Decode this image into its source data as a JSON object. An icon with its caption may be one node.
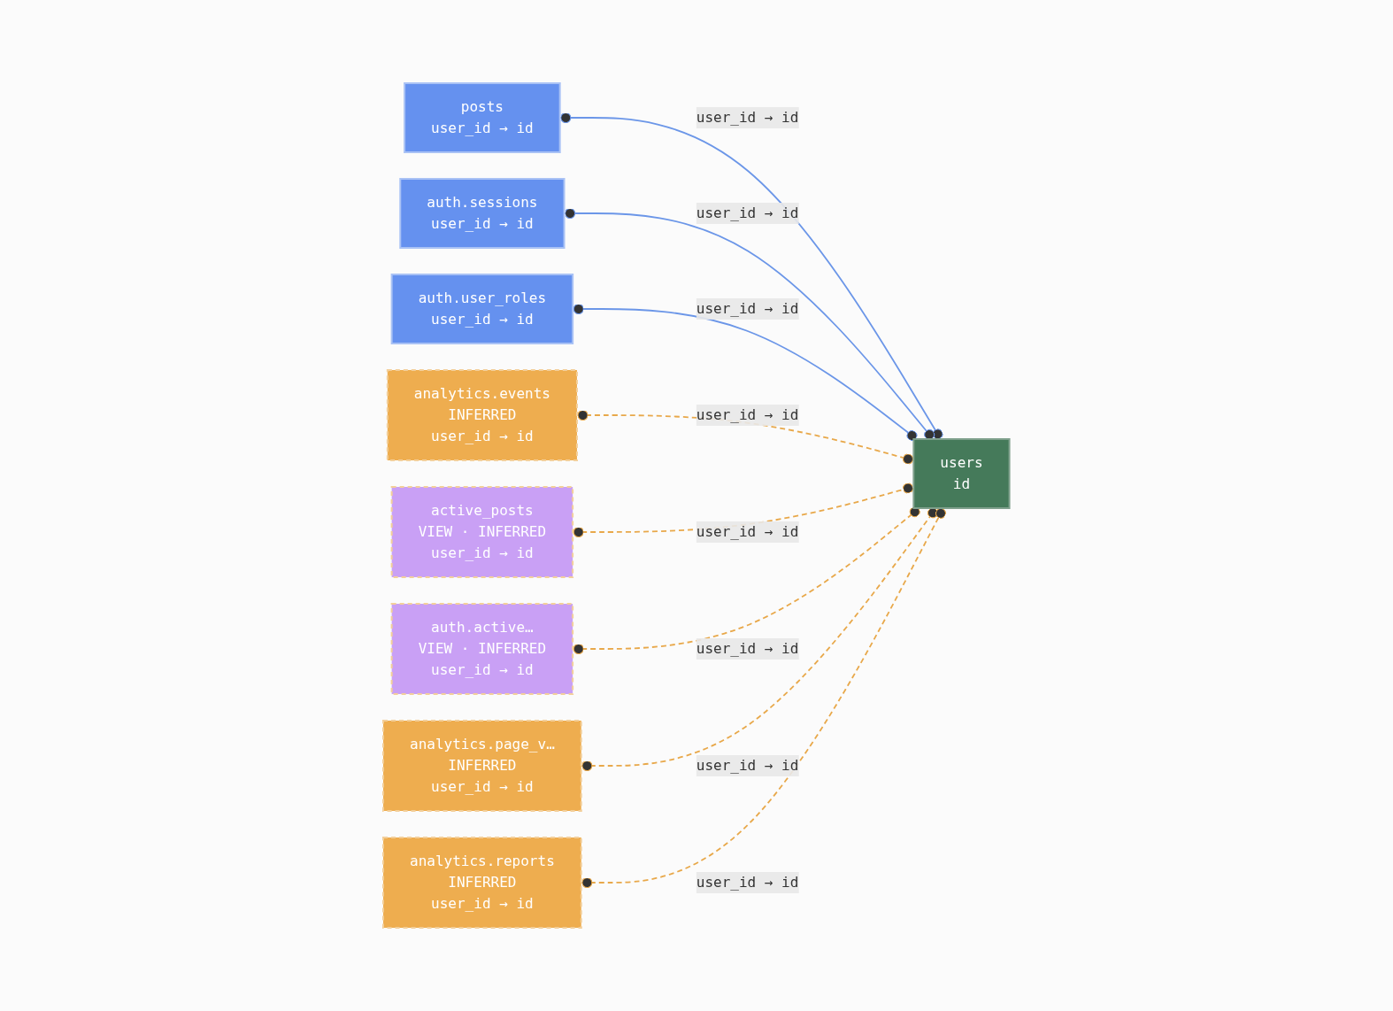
{
  "diagram": {
    "nodes": [
      {
        "text": [
          "posts",
          "user_id → id"
        ]
      },
      {
        "text": [
          "auth.sessions",
          "user_id → id"
        ]
      },
      {
        "text": [
          "auth.user_roles",
          "user_id → id"
        ]
      },
      {
        "text": [
          "analytics.events",
          "INFERRED",
          "user_id → id"
        ]
      },
      {
        "text": [
          "active_posts",
          "VIEW · INFERRED",
          "user_id → id"
        ]
      },
      {
        "text": [
          "auth.active…",
          "VIEW · INFERRED",
          "user_id → id"
        ]
      },
      {
        "text": [
          "analytics.page_v…",
          "INFERRED",
          "user_id → id"
        ]
      },
      {
        "text": [
          "analytics.reports",
          "INFERRED",
          "user_id → id"
        ]
      },
      {
        "text": [
          "users",
          "id"
        ]
      }
    ],
    "edges": [
      {
        "from": 0,
        "to": 8,
        "arrow": "other",
        "label": "user_id → id",
        "color": "#6b96e8"
      },
      {
        "from": 1,
        "to": 8,
        "arrow": "other",
        "label": "user_id → id",
        "color": "#6b96e8"
      },
      {
        "from": 2,
        "to": 8,
        "arrow": "other",
        "label": "user_id → id",
        "color": "#6b96e8"
      },
      {
        "from": 3,
        "to": 8,
        "arrow": "other",
        "label": "user_id → id",
        "style": "dashed",
        "color": "#e8a84a"
      },
      {
        "from": 4,
        "to": 8,
        "arrow": "other",
        "label": "user_id → id",
        "style": "dashed",
        "color": "#e8a84a"
      },
      {
        "from": 5,
        "to": 8,
        "arrow": "other",
        "label": "user_id → id",
        "style": "dashed",
        "color": "#e8a84a"
      },
      {
        "from": 6,
        "to": 8,
        "arrow": "other",
        "label": "user_id → id",
        "style": "dashed",
        "color": "#e8a84a"
      },
      {
        "from": 7,
        "to": 8,
        "arrow": "other",
        "label": "user_id → id",
        "style": "dashed",
        "color": "#e8a84a"
      }
    ]
  }
}
